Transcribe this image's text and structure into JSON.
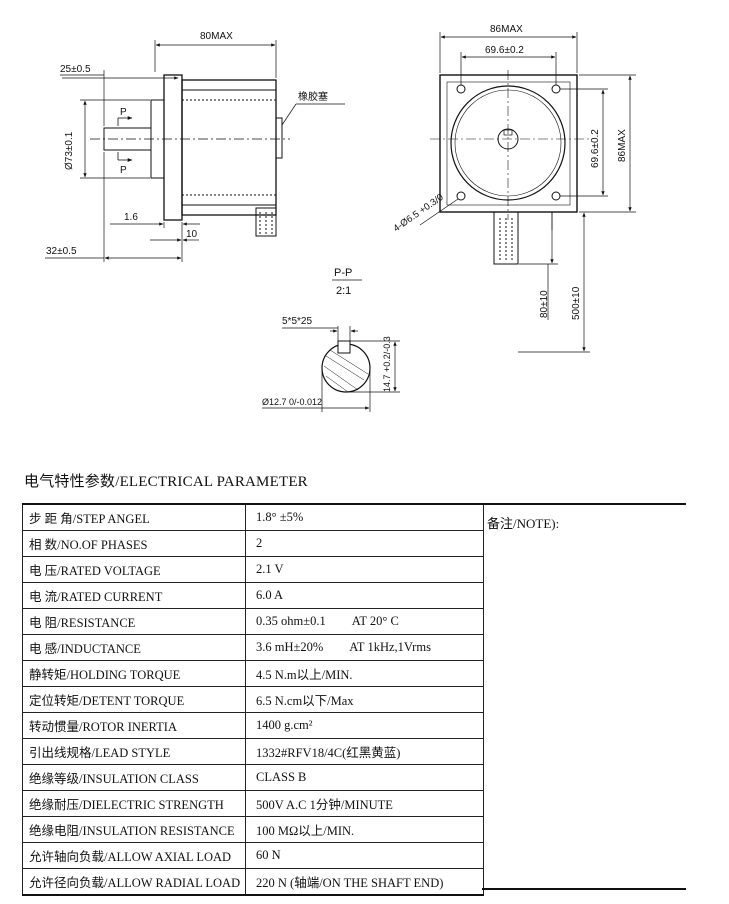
{
  "drawing": {
    "side_view": {
      "overall_length": "80MAX",
      "front_boss": "25±0.5",
      "diameter": "Ø73±0.1",
      "rubber_plug": "橡胶塞",
      "section_mark_top": "P",
      "section_mark_bottom": "P",
      "flange_thickness": "1.6",
      "flange_offset": "10",
      "shaft_length": "32±0.5"
    },
    "front_view": {
      "width": "86MAX",
      "hole_spacing_x": "69.6±0.2",
      "hole_spacing_y": "69.6±0.2",
      "height": "86MAX",
      "mount_holes": "4-Ø6.5 +0.3/0",
      "lead_length_short": "80±10",
      "lead_length_long": "500±10"
    },
    "section_view": {
      "title": "P-P",
      "scale": "2:1",
      "key": "5*5*25",
      "key_height": "14.7 +0.2/-0.3",
      "shaft_diameter": "Ø12.7 0/-0.012"
    }
  },
  "section_title": "电气特性参数/ELECTRICAL PARAMETER",
  "params": [
    {
      "name": "步 距 角/STEP ANGEL",
      "value": "1.8° ±5%",
      "extra": ""
    },
    {
      "name": "相   数/NO.OF PHASES",
      "value": "2",
      "extra": ""
    },
    {
      "name": "电   压/RATED VOLTAGE",
      "value": "2.1 V",
      "extra": ""
    },
    {
      "name": "电   流/RATED CURRENT",
      "value": "6.0 A",
      "extra": ""
    },
    {
      "name": "电   阻/RESISTANCE",
      "value": "0.35 ohm±0.1",
      "extra": "AT 20° C"
    },
    {
      "name": "电   感/INDUCTANCE",
      "value": "3.6 mH±20%",
      "extra": "AT 1kHz,1Vrms"
    },
    {
      "name": "静转矩/HOLDING TORQUE",
      "value": "4.5 N.m以上/MIN.",
      "extra": ""
    },
    {
      "name": "定位转矩/DETENT TORQUE",
      "value": "6.5 N.cm以下/Max",
      "extra": ""
    },
    {
      "name": "转动惯量/ROTOR INERTIA",
      "value": "1400 g.cm²",
      "extra": ""
    },
    {
      "name": "引出线规格/LEAD STYLE",
      "value": "1332#RFV18/4C(红黑黄蓝)",
      "extra": ""
    },
    {
      "name": "绝缘等级/INSULATION CLASS",
      "value": "CLASS B",
      "extra": ""
    },
    {
      "name": "绝缘耐压/DIELECTRIC STRENGTH",
      "value": "500V A.C 1分钟/MINUTE",
      "extra": ""
    },
    {
      "name": "绝缘电阻/INSULATION RESISTANCE",
      "value": "100 MΩ以上/MIN.",
      "extra": ""
    },
    {
      "name": "允许轴向负载/ALLOW AXIAL LOAD",
      "value": "60 N",
      "extra": ""
    },
    {
      "name": "允许径向负载/ALLOW RADIAL LOAD",
      "value": "220 N (轴端/ON THE SHAFT END)",
      "extra": ""
    }
  ],
  "note_label": "备注/NOTE):"
}
